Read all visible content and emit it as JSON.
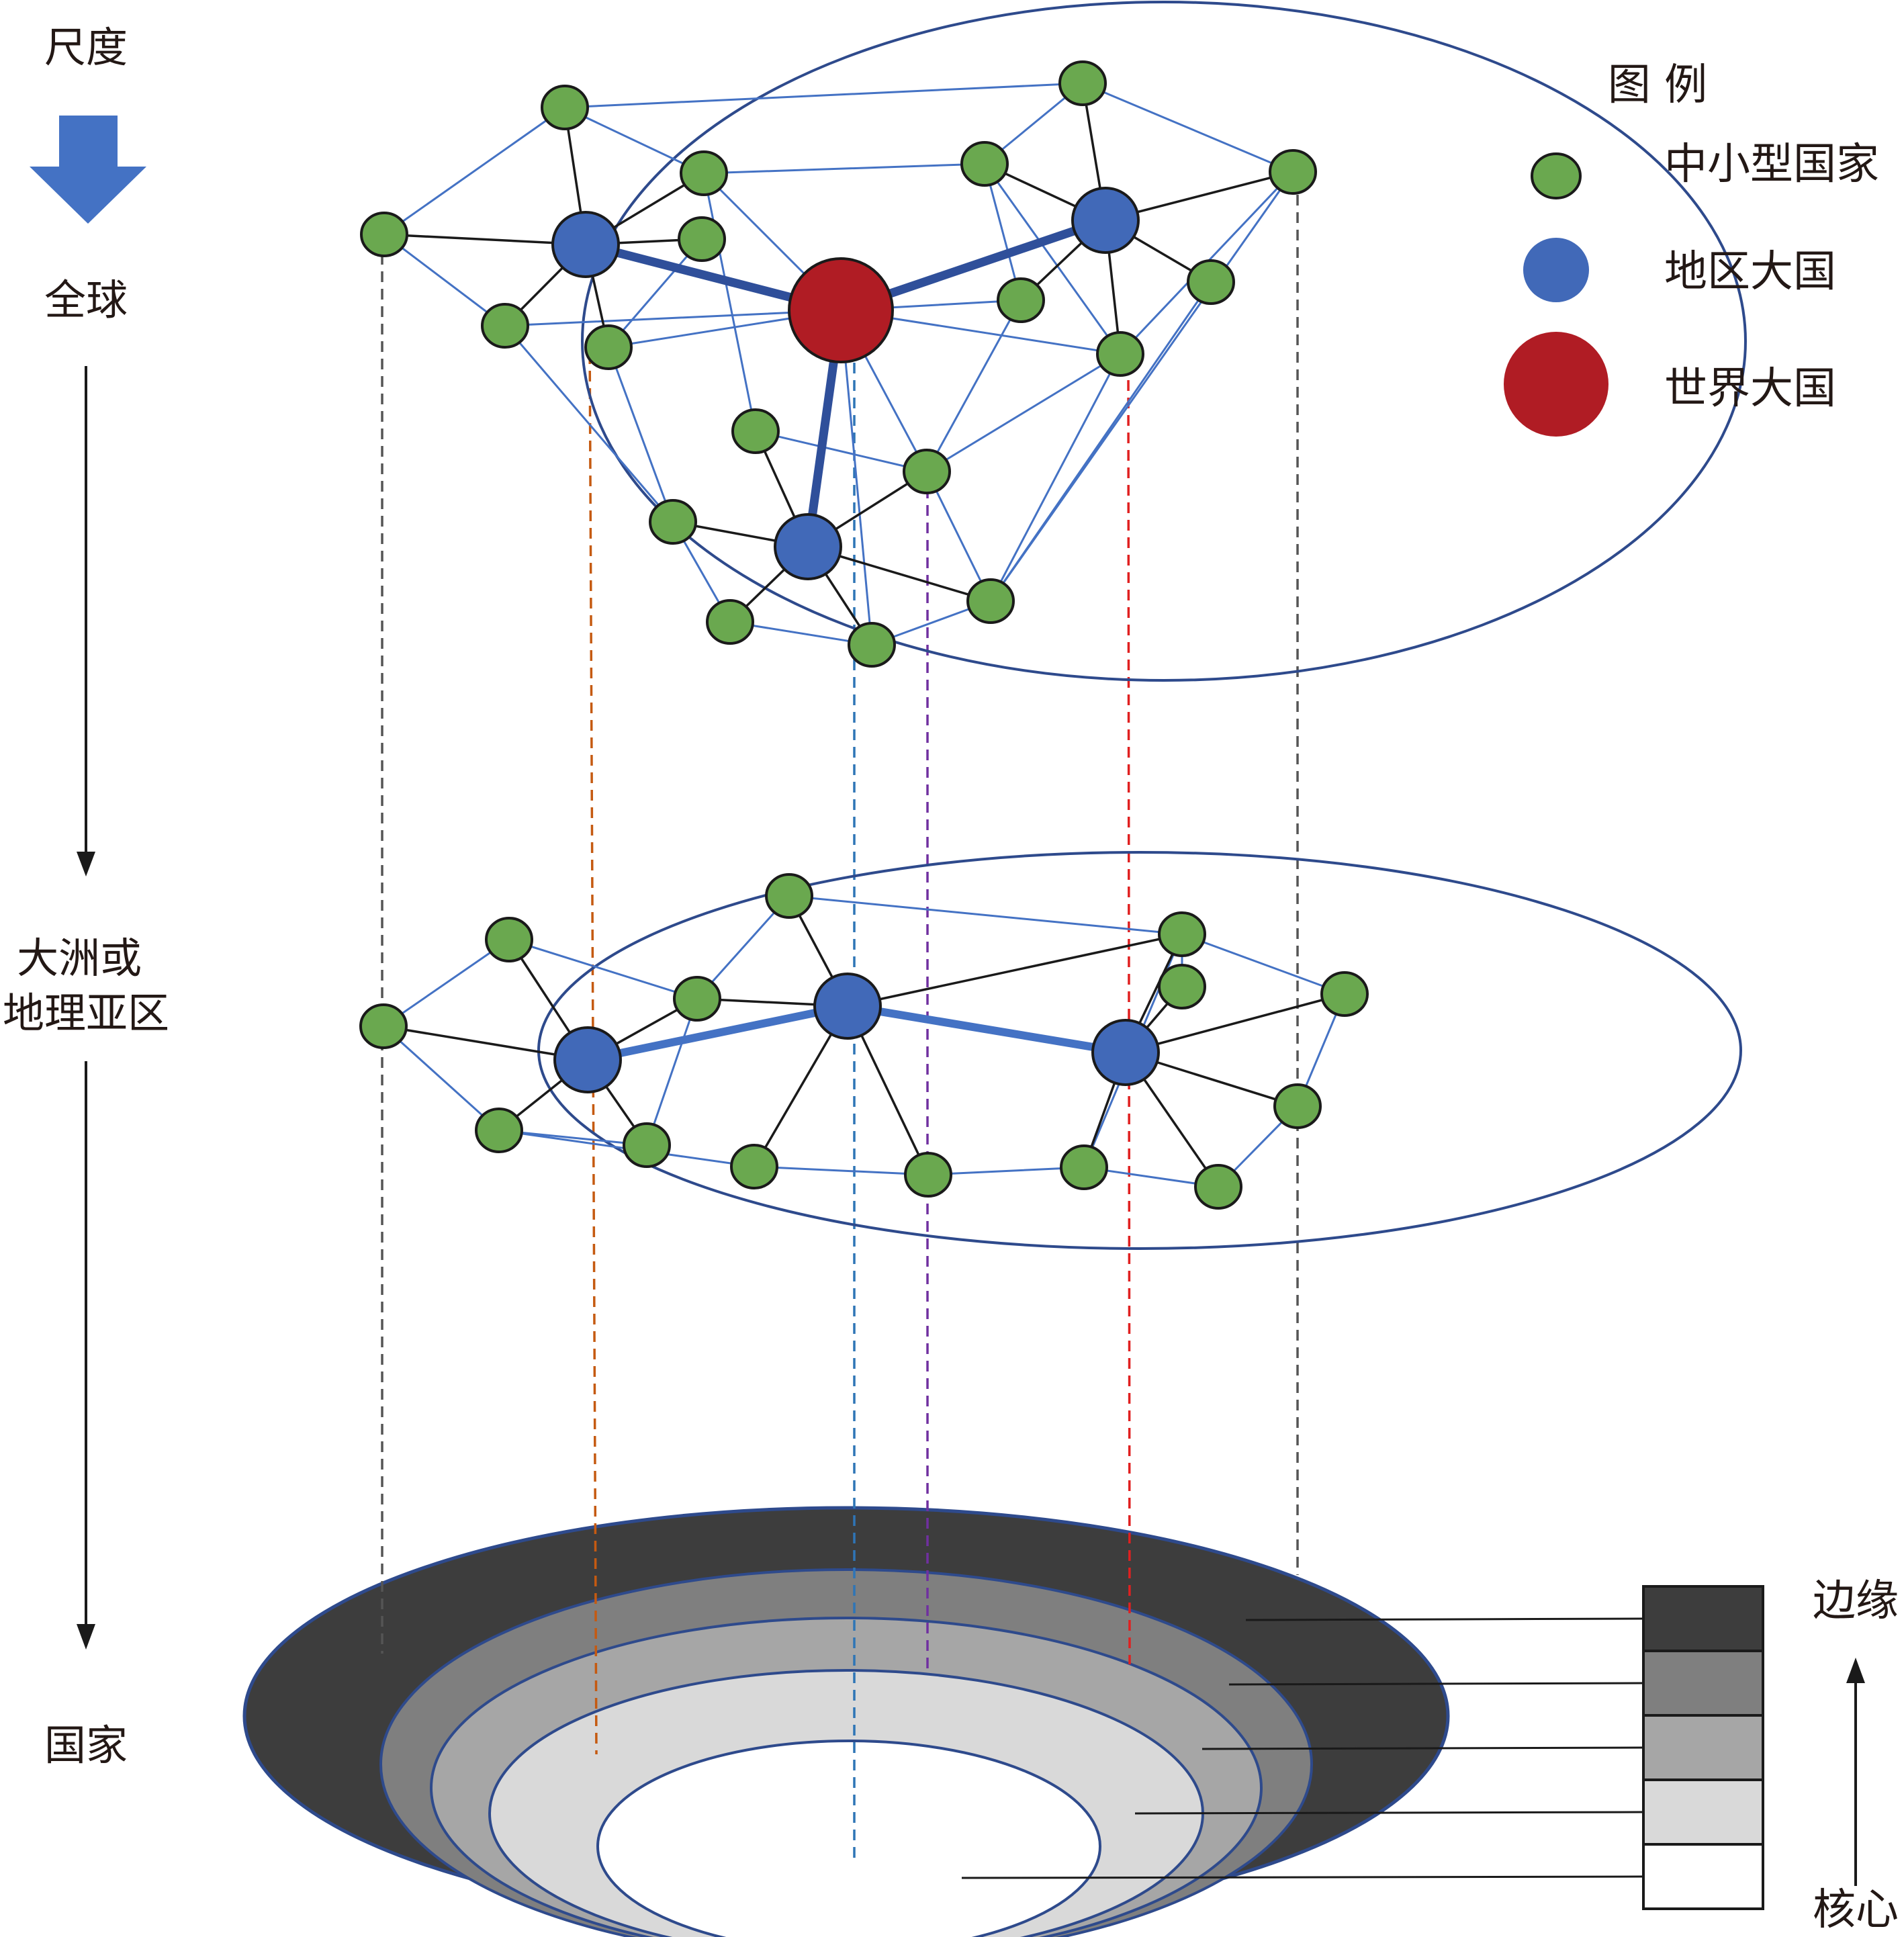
{
  "scale": {
    "title": "尺度",
    "levels": [
      "全球",
      "大洲或\n地理亚区",
      "国家"
    ]
  },
  "legend": {
    "title": "图 例",
    "items": [
      {
        "label": "中小型国家",
        "color": "#6aa84f"
      },
      {
        "label": "地区大国",
        "color": "#4169b8"
      },
      {
        "label": "世界大国",
        "color": "#b01c24"
      }
    ]
  },
  "gradient": {
    "top_label": "边缘",
    "bottom_label": "核心",
    "shades": [
      "#3d3d3d",
      "#7f7f7f",
      "#a6a6a6",
      "#d9d9d9",
      "#ffffff"
    ]
  },
  "colors": {
    "small": "#6aa84f",
    "regional": "#4169b8",
    "world": "#b01c24",
    "blue_link": "#4472c4",
    "strong_link": "#2f4f9a",
    "black_link": "#1a1a1a",
    "outline": "#2e4a8c",
    "arrow_fill": "#4472c4",
    "guide_gray": "#555555",
    "guide_orange": "#c55a11",
    "guide_blue": "#2e75b6",
    "guide_purple": "#7030a0",
    "guide_red": "#e02020"
  },
  "icons": {
    "scale_arrow": "down-block-arrow-icon",
    "down_arrow": "down-arrow-icon",
    "up_arrow": "up-arrow-icon"
  }
}
